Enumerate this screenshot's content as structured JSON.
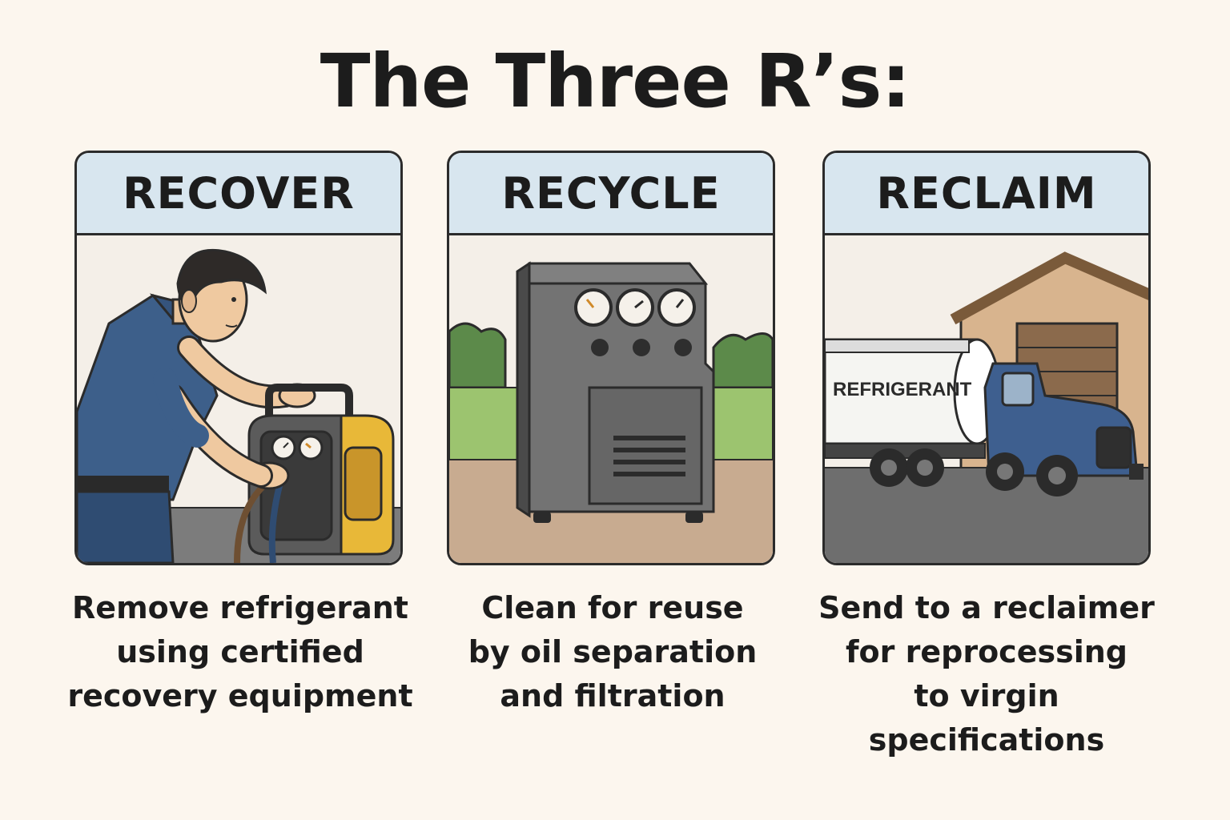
{
  "title": "The Three R’s:",
  "panels": [
    {
      "heading": "RECOVER",
      "icon": "technician-with-recovery-machine",
      "caption": [
        "Remove refrigerant",
        "using certified",
        "recovery equipment"
      ]
    },
    {
      "heading": "RECYCLE",
      "icon": "recycling-machine",
      "caption": [
        "Clean for reuse",
        "by oil separation",
        "and filtration"
      ]
    },
    {
      "heading": "RECLAIM",
      "icon": "tanker-truck-at-facility",
      "tank_label": "REFRIGERANT",
      "caption": [
        "Send to a reclaimer",
        "for reprocessing",
        "to virgin specifications"
      ]
    }
  ],
  "colors": {
    "background": "#fcf6ee",
    "header_fill": "#d8e6ef",
    "outline": "#2b2b2b",
    "uniform": "#3d5f8a",
    "machine_yellow": "#e8b838",
    "machine_gray": "#6a6a6a",
    "truck_blue": "#3e5f8f"
  }
}
